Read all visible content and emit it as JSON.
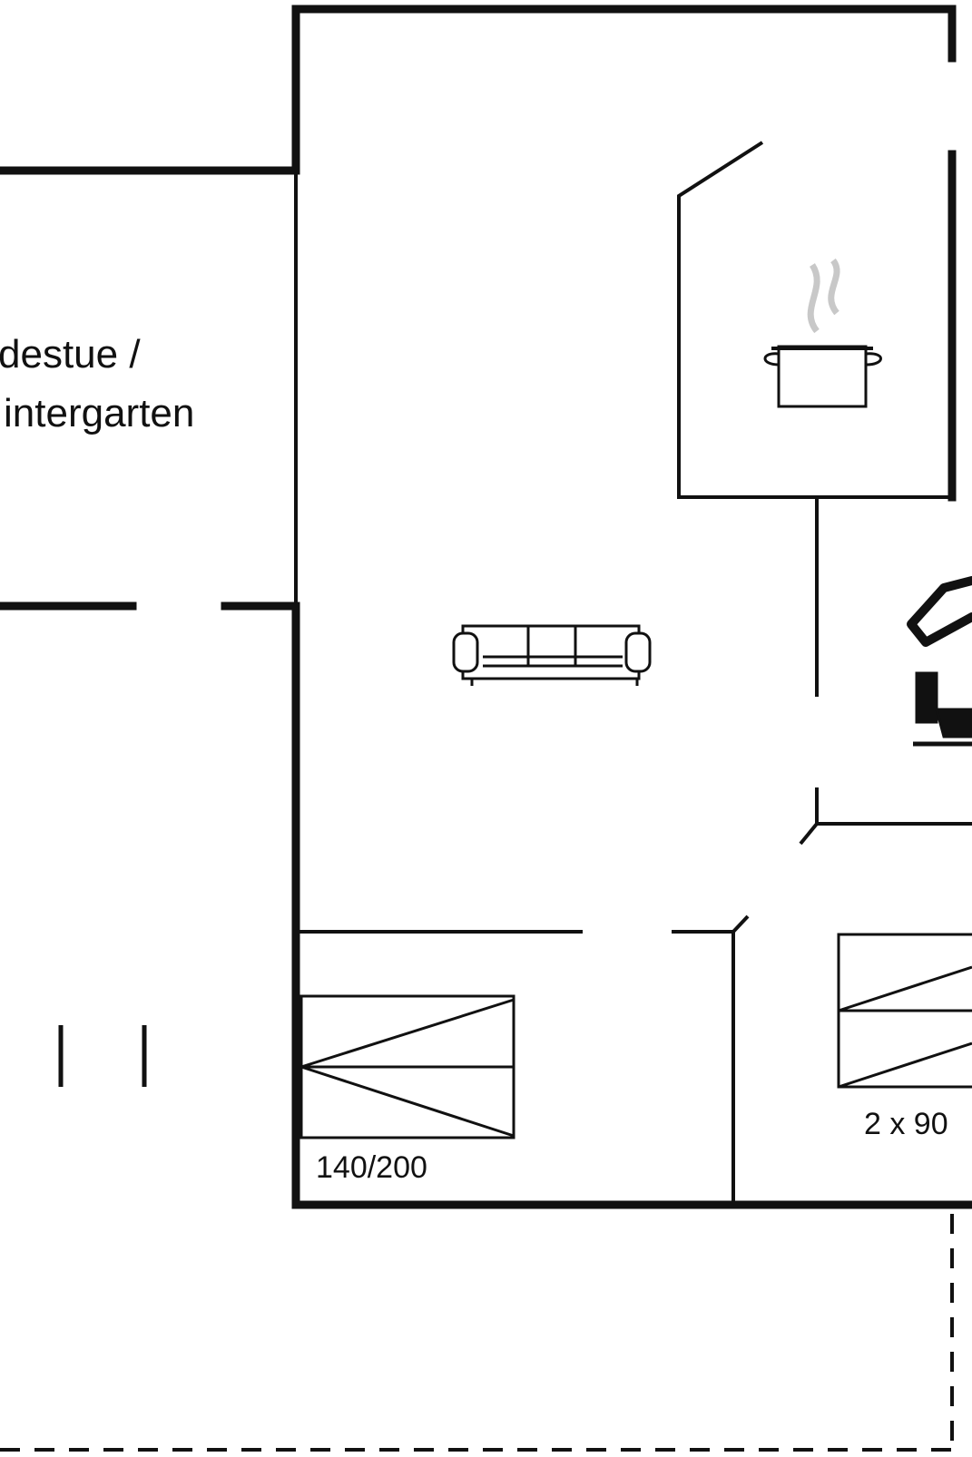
{
  "rooms": {
    "sunroom": {
      "line1": "destue /",
      "line2": "intergarten"
    }
  },
  "beds": {
    "double": "140/200",
    "twin": "2 x 90"
  },
  "colors": {
    "wall": "#111111",
    "background": "#ffffff",
    "steam": "#c8c8c8"
  },
  "icons": [
    "pot-icon",
    "sofa-icon",
    "toilet-icon",
    "shower-icon",
    "bed-icon"
  ]
}
